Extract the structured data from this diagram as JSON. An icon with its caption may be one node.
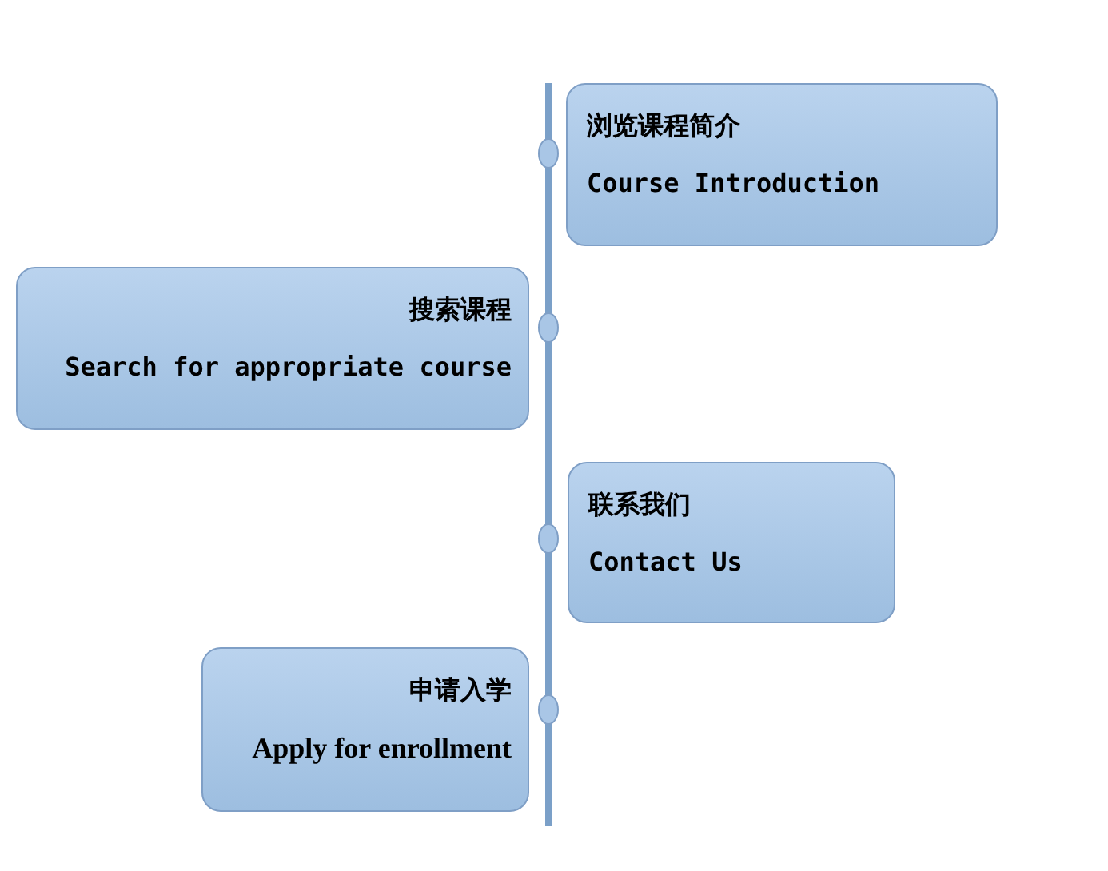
{
  "diagram": {
    "nodes": [
      {
        "text": [
          "浏览课程简介",
          "Course Introduction"
        ]
      },
      {
        "text": [
          "搜索课程",
          "Search for appropriate course"
        ]
      },
      {
        "text": [
          "联系我们",
          "Contact Us"
        ]
      },
      {
        "text": [
          "申请入学",
          "Apply for enrollment"
        ]
      }
    ]
  }
}
